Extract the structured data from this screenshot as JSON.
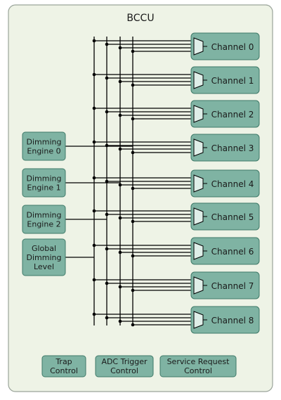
{
  "diagram": {
    "title": "BCCU",
    "channels": [
      "Channel 0",
      "Channel 1",
      "Channel 2",
      "Channel 3",
      "Channel 4",
      "Channel 5",
      "Channel 6",
      "Channel 7",
      "Channel 8"
    ],
    "sources": [
      {
        "lines": [
          "Dimming",
          "Engine 0"
        ]
      },
      {
        "lines": [
          "Dimming",
          "Engine 1"
        ]
      },
      {
        "lines": [
          "Dimming",
          "Engine 2"
        ]
      },
      {
        "lines": [
          "Global",
          "Dimming",
          "Level"
        ]
      }
    ],
    "controls": [
      {
        "lines": [
          "Trap",
          "Control"
        ]
      },
      {
        "lines": [
          "ADC Trigger",
          "Control"
        ]
      },
      {
        "lines": [
          "Service Request",
          "Control"
        ]
      }
    ]
  },
  "colors": {
    "background": "#eef3e6",
    "border": "#9aa49a",
    "block_fill": "#7fb3a3",
    "block_stroke": "#3f7a68",
    "line": "#000000",
    "text": "#1a1a1a"
  }
}
